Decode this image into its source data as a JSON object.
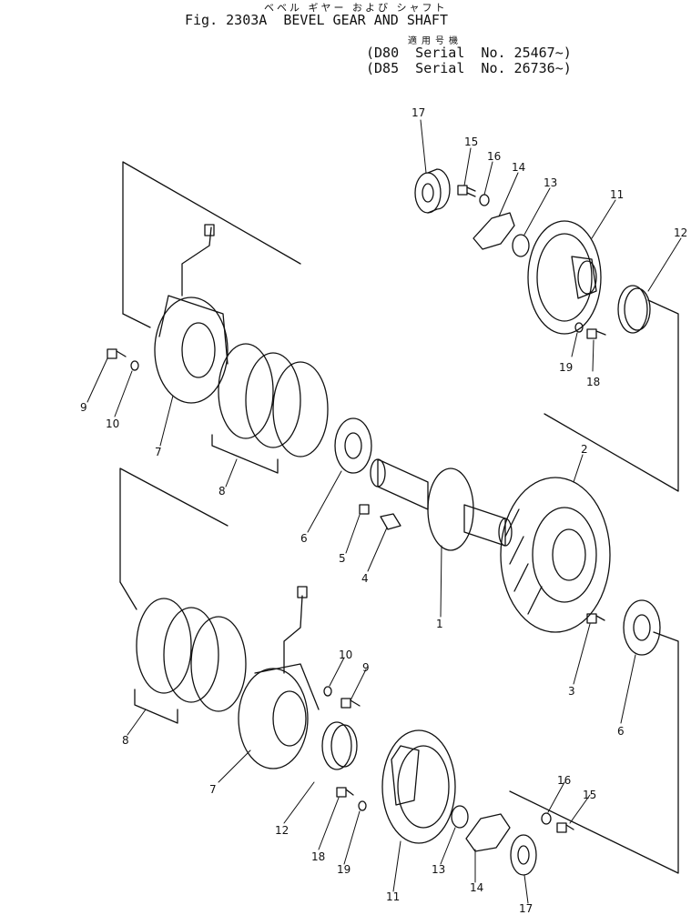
{
  "header": {
    "title_jp": "ベベル ギヤー および シャフト",
    "title": "Fig. 2303A  BEVEL GEAR AND SHAFT",
    "serial_heading": "適用号機",
    "serial_lines": [
      "(D80  Serial  No. 25467~)",
      "(D85  Serial  No. 26736~)"
    ]
  },
  "callouts": {
    "c1": "1",
    "c2": "2",
    "c3": "3",
    "c4": "4",
    "c5": "5",
    "c6a": "6",
    "c6b": "6",
    "c7a": "7",
    "c7b": "7",
    "c8a": "8",
    "c8b": "8",
    "c9a": "9",
    "c9b": "9",
    "c10a": "10",
    "c10b": "10",
    "c11a": "11",
    "c11b": "11",
    "c12a": "12",
    "c12b": "12",
    "c13a": "13",
    "c13b": "13",
    "c14a": "14",
    "c14b": "14",
    "c15a": "15",
    "c15b": "15",
    "c16a": "16",
    "c16b": "16",
    "c17a": "17",
    "c17b": "17",
    "c18a": "18",
    "c18b": "18",
    "c19a": "19",
    "c19b": "19"
  }
}
